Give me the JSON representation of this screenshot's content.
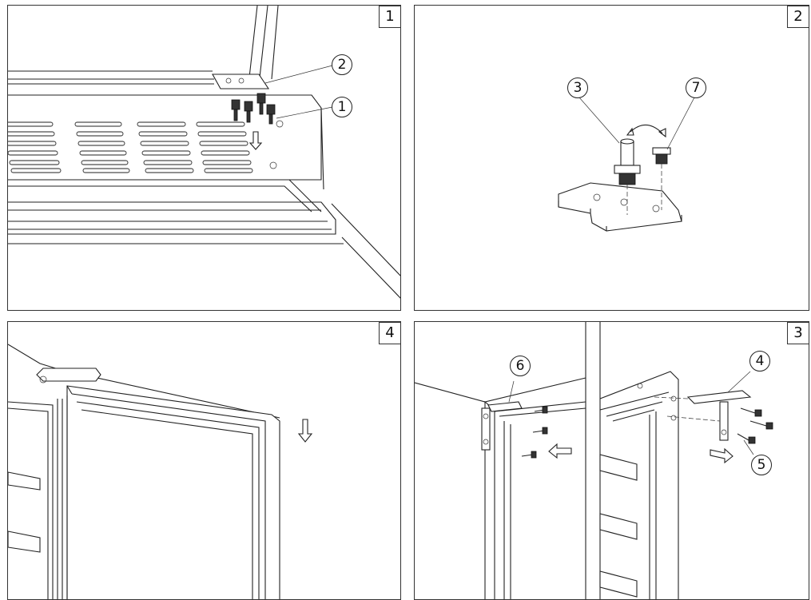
{
  "panels": [
    {
      "step": "1",
      "callouts": [
        "2",
        "1"
      ]
    },
    {
      "step": "2",
      "callouts": [
        "3",
        "7"
      ]
    },
    {
      "step": "4",
      "callouts": []
    },
    {
      "step": "3",
      "callouts": [
        "6",
        "4",
        "5"
      ]
    }
  ]
}
